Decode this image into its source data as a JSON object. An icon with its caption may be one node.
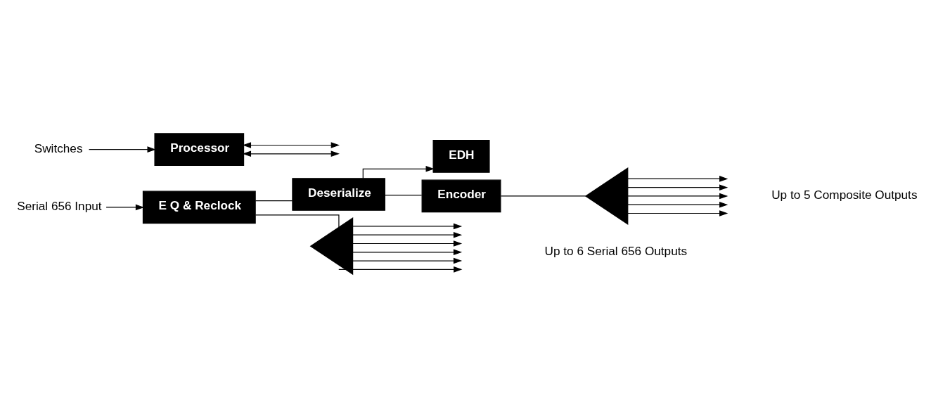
{
  "diagram": {
    "nodes": [
      {
        "text": [
          "Serial 656 Input"
        ]
      },
      {
        "text": [
          "E Q & Reclock"
        ]
      },
      {
        "text": [
          "EDH"
        ]
      },
      {
        "text": [
          "Deserialize"
        ]
      },
      {
        "text": [
          "Encoder"
        ]
      },
      {
        "text": [],
        "shape": "triangle"
      },
      {
        "text": [],
        "shape": "triangle"
      },
      {
        "text": [
          "Processor"
        ]
      },
      {
        "text": [
          "Switches"
        ]
      }
    ],
    "edges": [
      {
        "from": 0,
        "to": 1,
        "arrow": "to"
      },
      {
        "from": 1,
        "to": 3,
        "arrow": "none"
      },
      {
        "from": 3,
        "to": 2,
        "arrow": "to"
      },
      {
        "from": 3,
        "to": 4,
        "arrow": "none"
      },
      {
        "from": 4,
        "to": 5,
        "arrow": "none"
      },
      {
        "from": 1,
        "to": 6,
        "arrow": "none"
      },
      {
        "from": 5,
        "to": null,
        "arrow": "to"
      },
      {
        "from": 5,
        "to": null,
        "arrow": "to"
      },
      {
        "from": 5,
        "to": null,
        "arrow": "to"
      },
      {
        "from": 5,
        "to": null,
        "arrow": "to"
      },
      {
        "from": 5,
        "to": null,
        "arrow": "to"
      },
      {
        "from": 6,
        "to": null,
        "arrow": "to"
      },
      {
        "from": 6,
        "to": null,
        "arrow": "to"
      },
      {
        "from": 6,
        "to": null,
        "arrow": "to"
      },
      {
        "from": 6,
        "to": null,
        "arrow": "to"
      },
      {
        "from": 6,
        "to": null,
        "arrow": "to"
      },
      {
        "from": 6,
        "to": null,
        "arrow": "to"
      },
      {
        "from": 8,
        "to": 7,
        "arrow": "to"
      },
      {
        "from": 7,
        "to": null,
        "arrow": "both"
      },
      {
        "from": 7,
        "to": null,
        "arrow": "both"
      }
    ],
    "labels": [
      "Up to 5 Composite Outputs",
      "Up to 6 Serial 656 Outputs"
    ]
  }
}
